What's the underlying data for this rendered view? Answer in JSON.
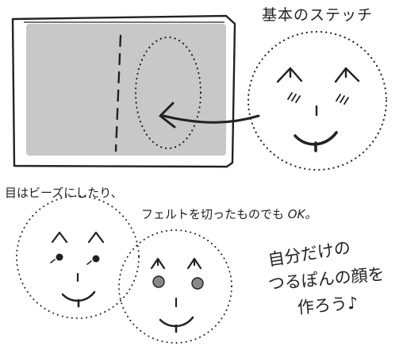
{
  "title": "基本のステッチ",
  "beads_note": "目はビーズにしたり、",
  "felt_note": {
    "text": "フェルトを切ったものでも ",
    "ok": "OK。"
  },
  "handwritten": [
    "自分だけの",
    "つるぽんの顔を",
    "作ろう♪"
  ],
  "colors": {
    "ink": "#222222",
    "fabric": "#c8c8c8",
    "fabric_border": "#222222",
    "felt_eye": "#888888",
    "background": "#ffffff"
  }
}
